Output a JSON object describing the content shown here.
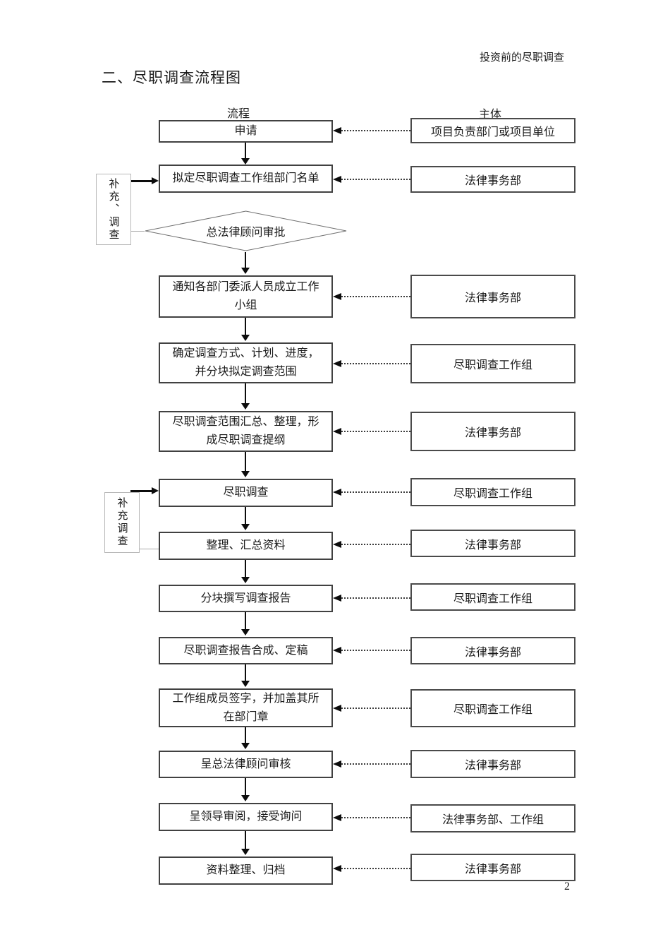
{
  "page": {
    "header": "投资前的尽职调查",
    "title": "二、尽职调查流程图",
    "page_number": "2"
  },
  "columns": {
    "process": "流程",
    "subject": "主体"
  },
  "diamond": {
    "label": "总法律顾问审批"
  },
  "feedback": [
    {
      "label": "补充、调查"
    },
    {
      "label": "补充调查"
    }
  ],
  "steps": [
    {
      "process": "申请",
      "subject": "项目负责部门或项目单位"
    },
    {
      "process": "拟定尽职调查工作组部门名单",
      "subject": "法律事务部"
    },
    {
      "process": "通知各部门委派人员成立工作小组",
      "subject": "法律事务部"
    },
    {
      "process": "确定调查方式、计划、进度，并分块拟定调查范围",
      "subject": "尽职调查工作组"
    },
    {
      "process": "尽职调查范围汇总、整理，形成尽职调查提纲",
      "subject": "法律事务部"
    },
    {
      "process": "尽职调查",
      "subject": "尽职调查工作组"
    },
    {
      "process": "整理、汇总资料",
      "subject": "法律事务部"
    },
    {
      "process": "分块撰写调查报告",
      "subject": "尽职调查工作组"
    },
    {
      "process": "尽职调查报告合成、定稿",
      "subject": "法律事务部"
    },
    {
      "process": "工作组成员签字，并加盖其所在部门章",
      "subject": "尽职调查工作组"
    },
    {
      "process": "呈总法律顾问审核",
      "subject": "法律事务部"
    },
    {
      "process": "呈领导审阅，接受询问",
      "subject": "法律事务部、工作组"
    },
    {
      "process": "资料整理、归档",
      "subject": "法律事务部"
    }
  ]
}
